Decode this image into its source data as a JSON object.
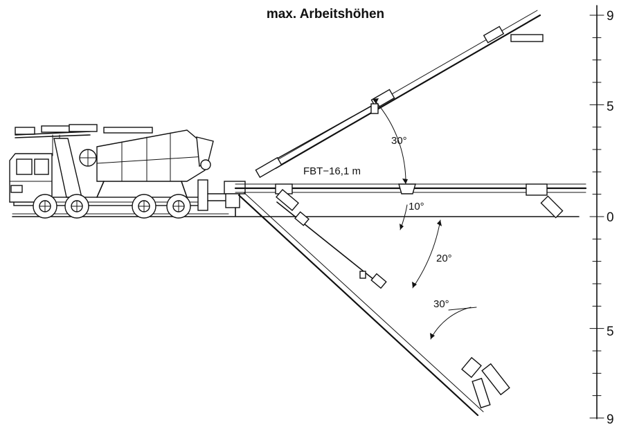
{
  "title": "max. Arbeitshöhen",
  "boom_label": "FBT−16,1 m",
  "angles": {
    "upper": "30°",
    "mid_above": "10°",
    "mid_below": "20°",
    "lower": "30°"
  },
  "scale_labels": {
    "top": "9",
    "upper_mid": "5",
    "zero": "0",
    "lower_mid": "5",
    "bottom": "9"
  },
  "colors": {
    "ink": "#111111",
    "background": "#ffffff"
  }
}
